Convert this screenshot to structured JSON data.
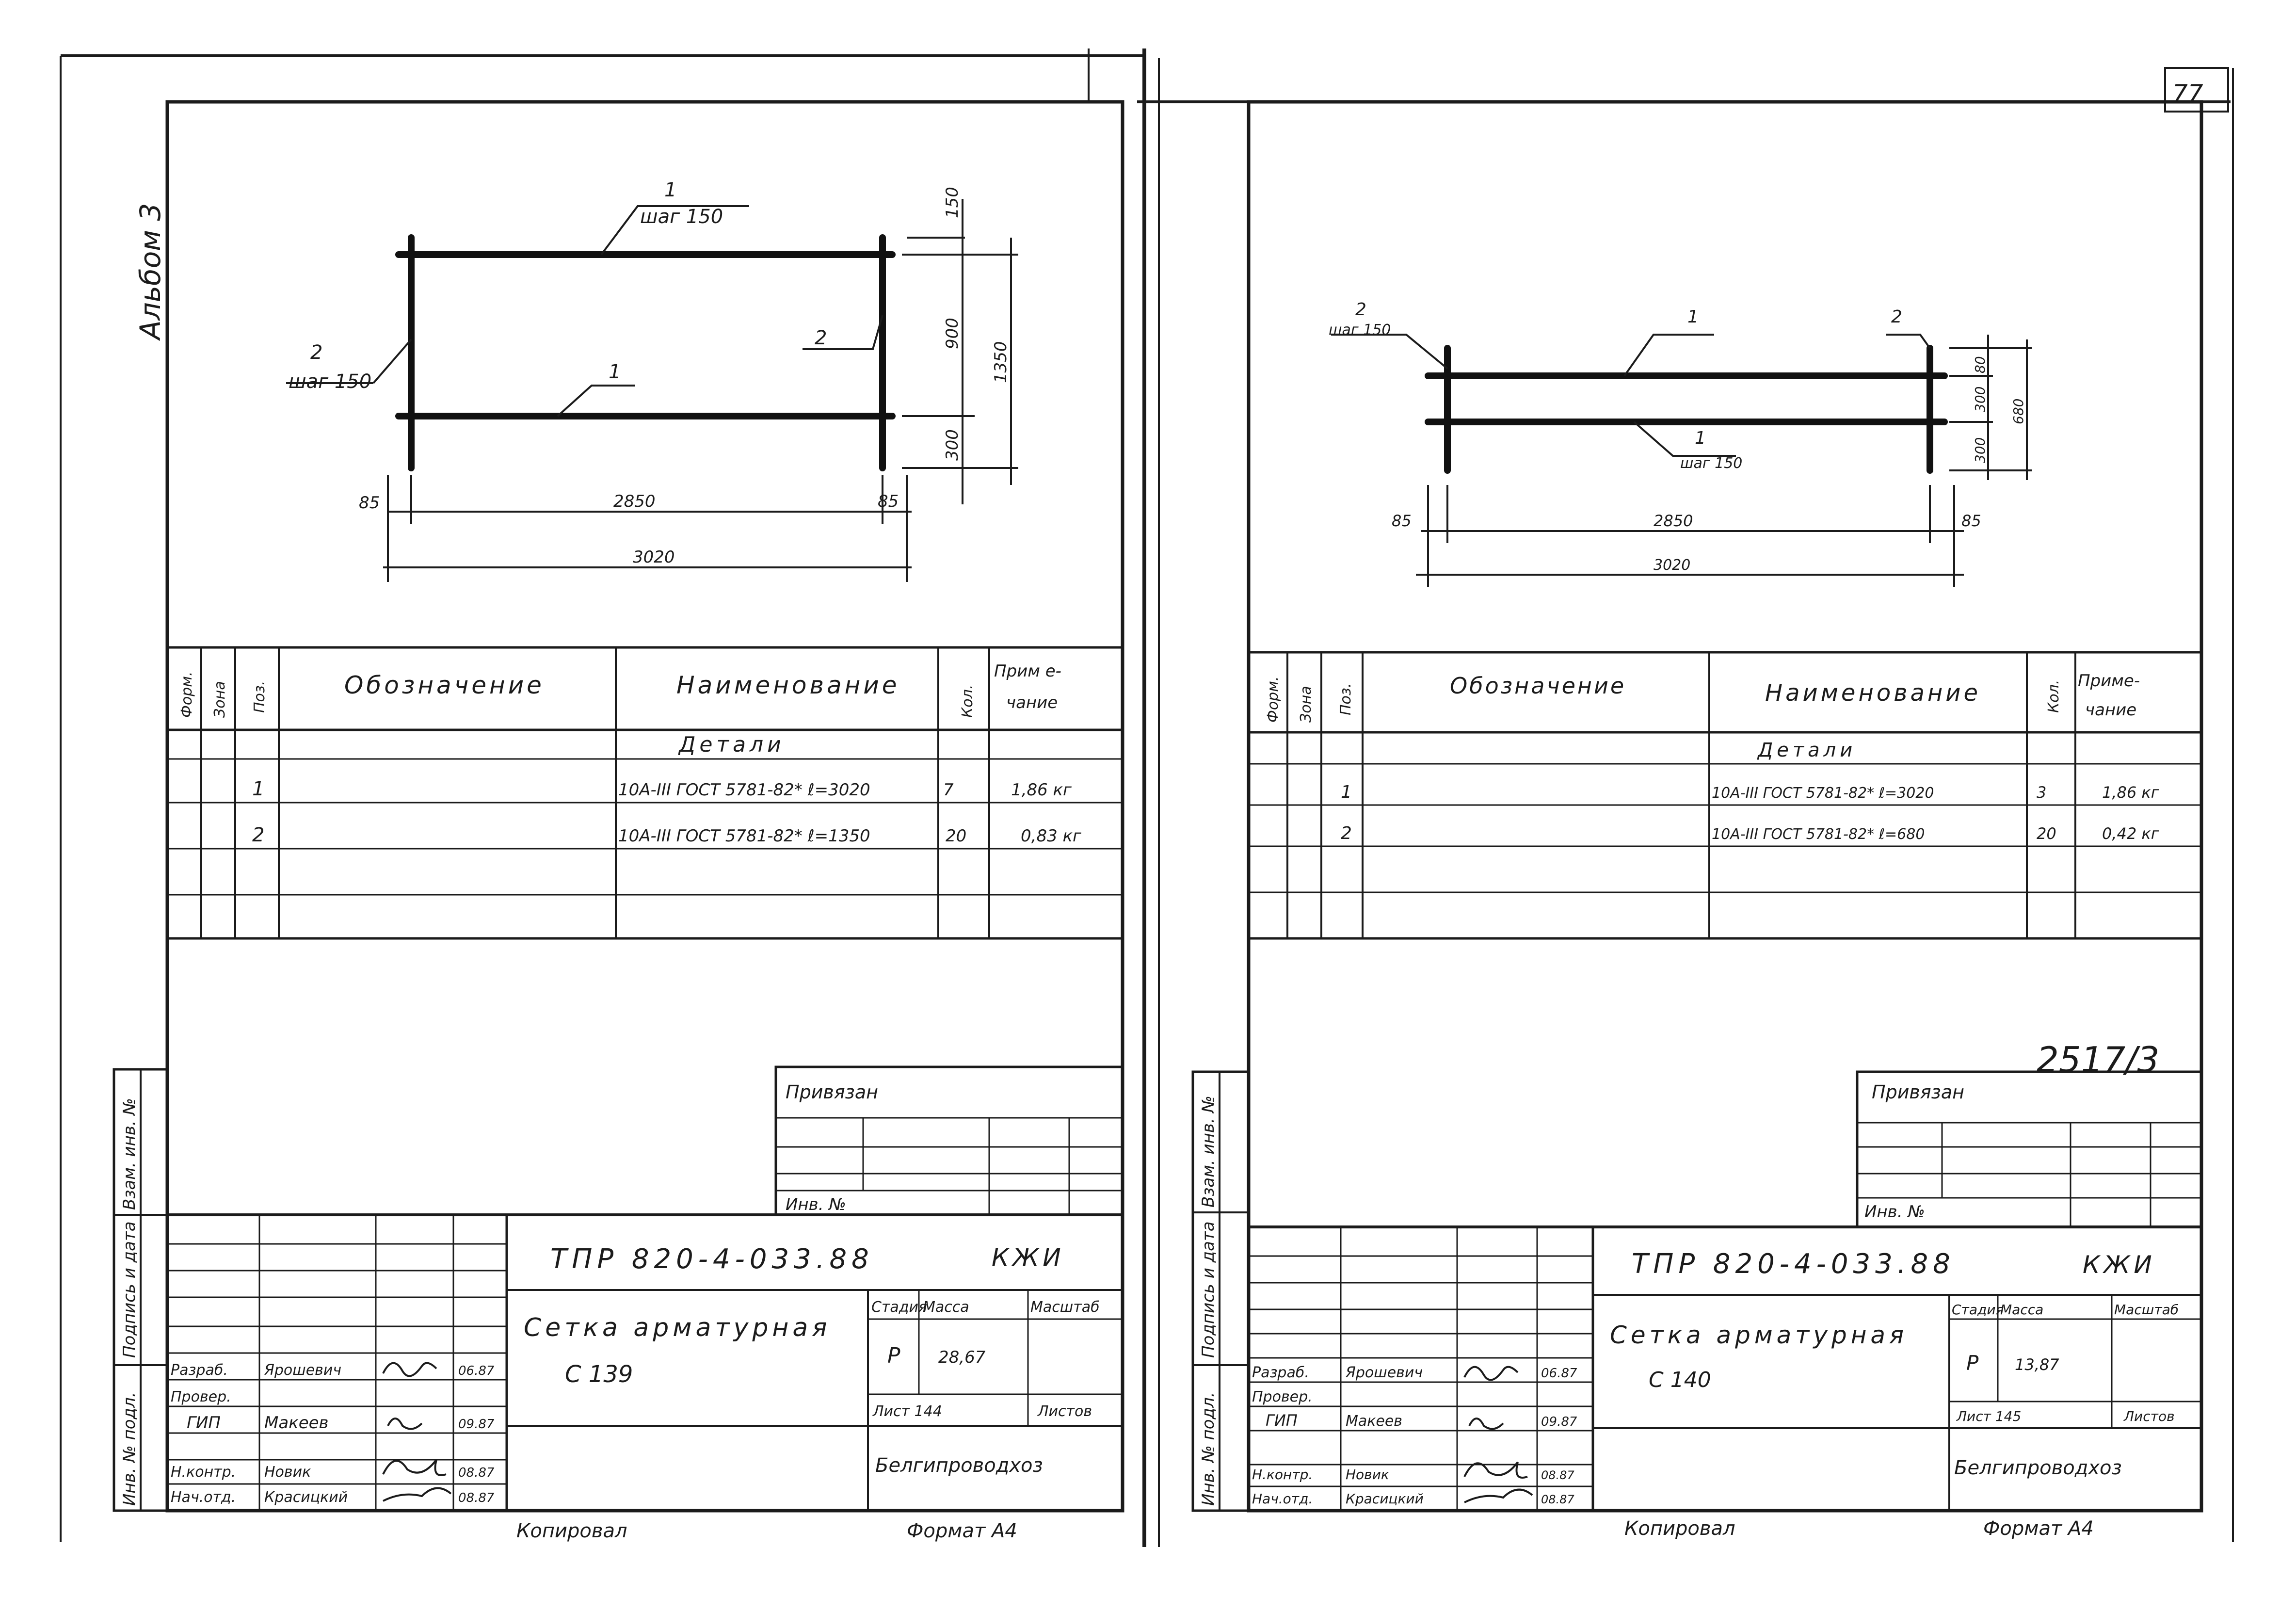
{
  "album": "Альбом 3",
  "page_number": "77",
  "stamp": "2517/3",
  "left_sheet": {
    "dim_labels": {
      "pos1_top": "1",
      "pos1_top_step": "шаг 150",
      "pos2_left": "2",
      "pos2_left_step": "шаг 150",
      "pos2_right": "2",
      "pos1_mid": "1",
      "d150": "150",
      "d900": "900",
      "d300": "300",
      "d1350": "1350",
      "d85a": "85",
      "d2850": "2850",
      "d85b": "85",
      "d3020": "3020"
    },
    "spec_headers": {
      "format": "Форм.",
      "zone": "Зона",
      "pos": "Поз.",
      "designation": "Обозначение",
      "name": "Наименование",
      "qty": "Кол.",
      "note": "Приме-\nчание"
    },
    "section": "Детали",
    "rows": [
      {
        "pos": "1",
        "name": "10А-III ГОСТ 5781-82* ℓ=3020",
        "qty": "7",
        "note": "1,86 кг"
      },
      {
        "pos": "2",
        "name": "10А-III ГОСТ 5781-82* ℓ=1350",
        "qty": "20",
        "note": "0,83 кг"
      }
    ],
    "privyazan": "Привязан",
    "inv_no": "Инв. №",
    "code": "ТПР 820-4-033.88",
    "mark": "КЖИ",
    "title_line1": "Сетка арматурная",
    "title_line2": "С 139",
    "stage_h": "Стадия",
    "mass_h": "Масса",
    "scale_h": "Масштаб",
    "stage": "Р",
    "mass": "28,67",
    "sheet_h": "Лист 144",
    "sheets_h": "Листов",
    "org": "Белгипроводхоз",
    "roles": [
      {
        "role": "Разраб.",
        "name": "Ярошевич",
        "date": "06.87"
      },
      {
        "role": "Провер.",
        "name": "",
        "date": ""
      },
      {
        "role": "ГИП",
        "name": "Макеев",
        "date": "09.87"
      },
      {
        "role": "Н.контр.",
        "name": "Новик",
        "date": "08.87"
      },
      {
        "role": "Нач.отд.",
        "name": "Красицкий",
        "date": "08.87"
      }
    ],
    "copied": "Копировал",
    "format": "Формат А4",
    "side_labels": [
      "Инв. № подл.",
      "Подпись и дата",
      "Взам. инв. №"
    ]
  },
  "right_sheet": {
    "dim_labels": {
      "pos2_left": "2",
      "pos2_left_step": "шаг 150",
      "pos1_top": "1",
      "pos2_right": "2",
      "pos1_bot": "1",
      "pos1_bot_step": "шаг 150",
      "d80": "80",
      "d300a": "300",
      "d300b": "300",
      "d680": "680",
      "d85a": "85",
      "d2850": "2850",
      "d85b": "85",
      "d3020": "3020"
    },
    "spec_headers": {
      "format": "Форм.",
      "zone": "Зона",
      "pos": "Поз.",
      "designation": "Обозначение",
      "name": "Наименование",
      "qty": "Кол.",
      "note": "Приме-\nчание"
    },
    "section": "Детали",
    "rows": [
      {
        "pos": "1",
        "name": "10А-III ГОСТ 5781-82* ℓ=3020",
        "qty": "3",
        "note": "1,86 кг"
      },
      {
        "pos": "2",
        "name": "10А-III ГОСТ 5781-82* ℓ=680",
        "qty": "20",
        "note": "0,42 кг"
      }
    ],
    "privyazan": "Привязан",
    "inv_no": "Инв. №",
    "code": "ТПР 820-4-033.88",
    "mark": "КЖИ",
    "title_line1": "Сетка арматурная",
    "title_line2": "С 140",
    "stage_h": "Стадия",
    "mass_h": "Масса",
    "scale_h": "Масштаб",
    "stage": "Р",
    "mass": "13,87",
    "sheet_h": "Лист 145",
    "sheets_h": "Листов",
    "org": "Белгипроводхоз",
    "roles": [
      {
        "role": "Разраб.",
        "name": "Ярошевич",
        "date": "06.87"
      },
      {
        "role": "Провер.",
        "name": "",
        "date": ""
      },
      {
        "role": "ГИП",
        "name": "Макеев",
        "date": "09.87"
      },
      {
        "role": "Н.контр.",
        "name": "Новик",
        "date": "08.87"
      },
      {
        "role": "Нач.отд.",
        "name": "Красицкий",
        "date": "08.87"
      }
    ],
    "copied": "Копировал",
    "format": "Формат А4",
    "side_labels": [
      "Инв. № подл.",
      "Подпись и дата",
      "Взам. инв. №"
    ]
  }
}
